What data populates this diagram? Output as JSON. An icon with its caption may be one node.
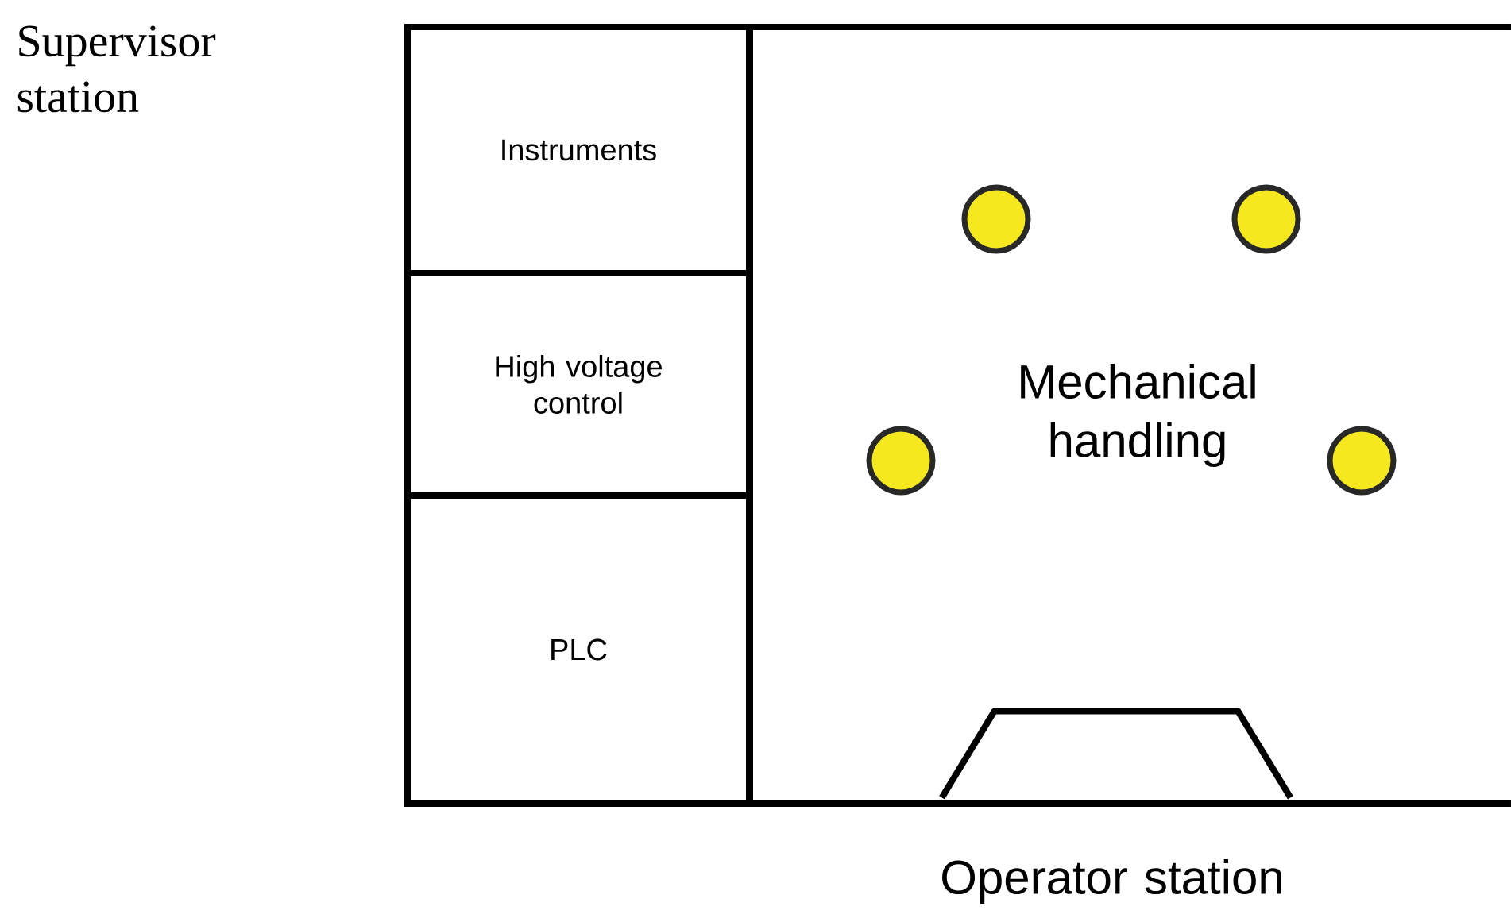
{
  "diagram": {
    "nodes": [
      {
        "text": [
          "Instruments"
        ]
      },
      {
        "text": [
          "High voltage control"
        ]
      },
      {
        "text": [
          "PLC"
        ]
      },
      {
        "text": [
          "Mechanical handling"
        ]
      },
      {
        "text": [],
        "shape": "circle",
        "in": 3
      },
      {
        "text": [],
        "shape": "circle",
        "in": 3
      },
      {
        "text": [],
        "shape": "circle",
        "in": 3
      },
      {
        "text": [],
        "shape": "circle",
        "in": 3
      },
      {
        "text": [],
        "shape": "trapezoid",
        "in": 3
      }
    ],
    "labels": [
      "Supervisor station",
      "Operator station"
    ]
  }
}
